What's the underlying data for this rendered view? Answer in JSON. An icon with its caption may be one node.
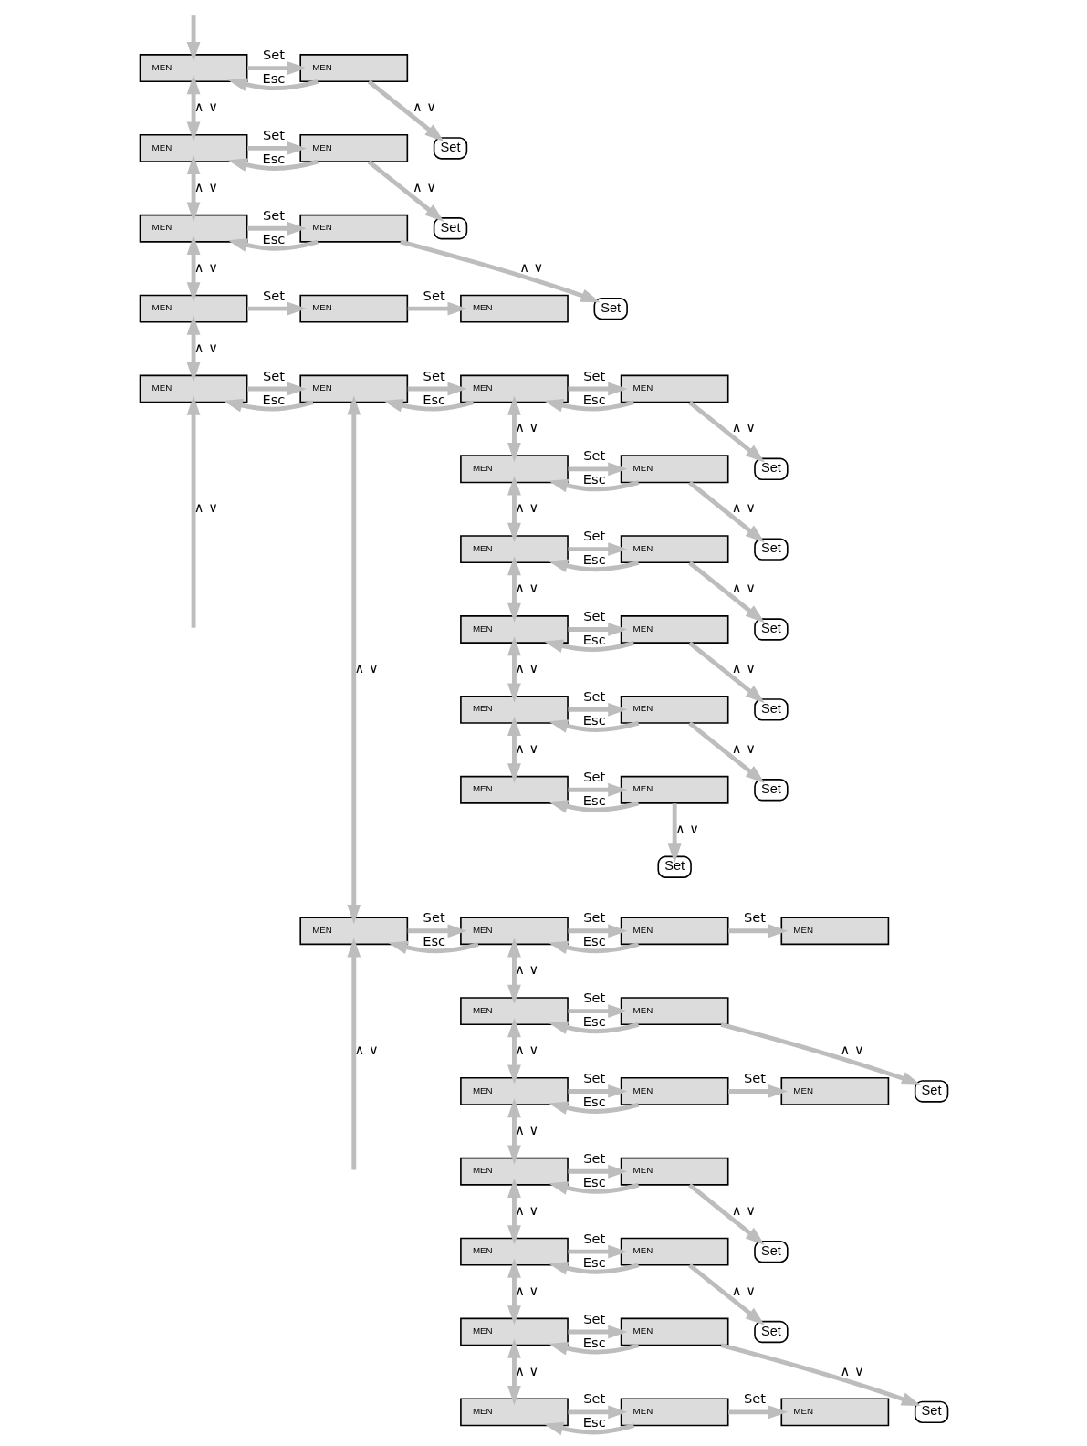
{
  "diagram": {
    "nodes": [
      {
        "text": [
          "MEN"
        ]
      },
      {
        "text": [
          "MEN"
        ]
      },
      {
        "text": [
          "Set"
        ]
      },
      {
        "text": [
          "MEN"
        ]
      },
      {
        "text": [
          "MEN"
        ]
      },
      {
        "text": [
          "Set"
        ]
      },
      {
        "text": [
          "MEN"
        ]
      },
      {
        "text": [
          "MEN"
        ]
      },
      {
        "text": [
          "Set"
        ]
      },
      {
        "text": [
          "MEN"
        ]
      },
      {
        "text": [
          "MEN"
        ]
      },
      {
        "text": [
          "MEN"
        ]
      },
      {
        "text": [
          "MEN"
        ]
      },
      {
        "text": [
          "MEN"
        ]
      },
      {
        "text": [
          "MEN"
        ]
      },
      {
        "text": [
          "MEN"
        ]
      },
      {
        "text": [
          "Set"
        ]
      },
      {
        "text": [
          "MEN"
        ]
      },
      {
        "text": [
          "MEN"
        ]
      },
      {
        "text": [
          "Set"
        ]
      },
      {
        "text": [
          "MEN"
        ]
      },
      {
        "text": [
          "MEN"
        ]
      },
      {
        "text": [
          "Set"
        ]
      },
      {
        "text": [
          "MEN"
        ]
      },
      {
        "text": [
          "MEN"
        ]
      },
      {
        "text": [
          "Set"
        ]
      },
      {
        "text": [
          "MEN"
        ]
      },
      {
        "text": [
          "MEN"
        ]
      },
      {
        "text": [
          "Set"
        ]
      },
      {
        "text": [
          "MEN"
        ]
      },
      {
        "text": [
          "MEN"
        ]
      },
      {
        "text": [
          "Set"
        ]
      },
      {
        "text": [
          "MEN"
        ]
      },
      {
        "text": [
          "MEN"
        ]
      },
      {
        "text": [
          "MEN"
        ]
      },
      {
        "text": [
          "MEN"
        ]
      },
      {
        "text": [
          "MEN"
        ]
      },
      {
        "text": [
          "MEN"
        ]
      },
      {
        "text": [
          "Set"
        ]
      },
      {
        "text": [
          "MEN"
        ]
      },
      {
        "text": [
          "MEN"
        ]
      },
      {
        "text": [
          "MEN"
        ]
      },
      {
        "text": [
          "MEN"
        ]
      },
      {
        "text": [
          "MEN"
        ]
      },
      {
        "text": [
          "Set"
        ]
      },
      {
        "text": [
          "MEN"
        ]
      },
      {
        "text": [
          "MEN"
        ]
      },
      {
        "text": [
          "Set"
        ]
      },
      {
        "text": [
          "MEN"
        ]
      },
      {
        "text": [
          "MEN"
        ]
      },
      {
        "text": [
          "Set"
        ]
      },
      {
        "text": [
          "MEN"
        ]
      },
      {
        "text": [
          "MEN"
        ]
      },
      {
        "text": [
          "MEN"
        ]
      }
    ],
    "edges": [
      {
        "from": null,
        "to": 0,
        "arrow": "to"
      },
      {
        "from": 0,
        "to": 1,
        "arrow": "to",
        "label": "Set"
      },
      {
        "from": 1,
        "to": 0,
        "arrow": "to",
        "label": "Esc"
      },
      {
        "from": 1,
        "to": 2,
        "arrow": "to",
        "label": "∧ ∨"
      },
      {
        "from": 0,
        "to": 3,
        "arrow": "both",
        "label": "∧ ∨"
      },
      {
        "from": 3,
        "to": 4,
        "arrow": "to",
        "label": "Set"
      },
      {
        "from": 4,
        "to": 3,
        "arrow": "to",
        "label": "Esc"
      },
      {
        "from": 4,
        "to": 5,
        "arrow": "to",
        "label": "∧ ∨"
      },
      {
        "from": 3,
        "to": 6,
        "arrow": "both",
        "label": "∧ ∨"
      },
      {
        "from": 6,
        "to": 7,
        "arrow": "to",
        "label": "Set"
      },
      {
        "from": 7,
        "to": 6,
        "arrow": "to",
        "label": "Esc"
      },
      {
        "from": 7,
        "to": 8,
        "arrow": "to",
        "label": "∧ ∨"
      },
      {
        "from": 6,
        "to": 9,
        "arrow": "both",
        "label": "∧ ∨"
      },
      {
        "from": 9,
        "to": 10,
        "arrow": "to",
        "label": "Set"
      },
      {
        "from": 10,
        "to": 11,
        "arrow": "to",
        "label": "Set"
      },
      {
        "from": 9,
        "to": 12,
        "arrow": "both",
        "label": "∧ ∨"
      },
      {
        "from": 12,
        "to": 13,
        "arrow": "to",
        "label": "Set"
      },
      {
        "from": 13,
        "to": 12,
        "arrow": "to",
        "label": "Esc"
      },
      {
        "from": null,
        "to": 12,
        "arrow": "to",
        "label": "∧ ∨"
      },
      {
        "from": 13,
        "to": 14,
        "arrow": "to",
        "label": "Set"
      },
      {
        "from": 14,
        "to": 13,
        "arrow": "to",
        "label": "Esc"
      },
      {
        "from": 14,
        "to": 15,
        "arrow": "to",
        "label": "Set"
      },
      {
        "from": 15,
        "to": 14,
        "arrow": "to",
        "label": "Esc"
      },
      {
        "from": 15,
        "to": 16,
        "arrow": "to",
        "label": "∧ ∨"
      },
      {
        "from": 14,
        "to": 17,
        "arrow": "both",
        "label": "∧ ∨"
      },
      {
        "from": 17,
        "to": 18,
        "arrow": "to",
        "label": "Set"
      },
      {
        "from": 18,
        "to": 17,
        "arrow": "to",
        "label": "Esc"
      },
      {
        "from": 18,
        "to": 19,
        "arrow": "to",
        "label": "∧ ∨"
      },
      {
        "from": 17,
        "to": 20,
        "arrow": "both",
        "label": "∧ ∨"
      },
      {
        "from": 20,
        "to": 21,
        "arrow": "to",
        "label": "Set"
      },
      {
        "from": 21,
        "to": 20,
        "arrow": "to",
        "label": "Esc"
      },
      {
        "from": 21,
        "to": 22,
        "arrow": "to",
        "label": "∧ ∨"
      },
      {
        "from": 20,
        "to": 23,
        "arrow": "both",
        "label": "∧ ∨"
      },
      {
        "from": 23,
        "to": 24,
        "arrow": "to",
        "label": "Set"
      },
      {
        "from": 24,
        "to": 23,
        "arrow": "to",
        "label": "Esc"
      },
      {
        "from": 24,
        "to": 25,
        "arrow": "to",
        "label": "∧ ∨"
      },
      {
        "from": 23,
        "to": 26,
        "arrow": "both",
        "label": "∧ ∨"
      },
      {
        "from": 26,
        "to": 27,
        "arrow": "to",
        "label": "Set"
      },
      {
        "from": 27,
        "to": 26,
        "arrow": "to",
        "label": "Esc"
      },
      {
        "from": 27,
        "to": 28,
        "arrow": "to",
        "label": "∧ ∨"
      },
      {
        "from": 26,
        "to": 29,
        "arrow": "both",
        "label": "∧ ∨"
      },
      {
        "from": 29,
        "to": 30,
        "arrow": "to",
        "label": "Set"
      },
      {
        "from": 30,
        "to": 29,
        "arrow": "to",
        "label": "Esc"
      },
      {
        "from": 30,
        "to": 31,
        "arrow": "to",
        "label": "∧ ∨"
      },
      {
        "from": 13,
        "to": 32,
        "arrow": "both",
        "label": "∧ ∨"
      },
      {
        "from": null,
        "to": 32,
        "arrow": "to",
        "label": "∧ ∨"
      },
      {
        "from": 32,
        "to": 33,
        "arrow": "to",
        "label": "Set"
      },
      {
        "from": 33,
        "to": 32,
        "arrow": "to",
        "label": "Esc"
      },
      {
        "from": 33,
        "to": 34,
        "arrow": "to",
        "label": "Set"
      },
      {
        "from": 34,
        "to": 33,
        "arrow": "to",
        "label": "Esc"
      },
      {
        "from": 34,
        "to": 35,
        "arrow": "to",
        "label": "Set"
      },
      {
        "from": 33,
        "to": 36,
        "arrow": "both",
        "label": "∧ ∨"
      },
      {
        "from": 36,
        "to": 37,
        "arrow": "to",
        "label": "Set"
      },
      {
        "from": 37,
        "to": 36,
        "arrow": "to",
        "label": "Esc"
      },
      {
        "from": 37,
        "to": 38,
        "arrow": "to",
        "label": "∧ ∨"
      },
      {
        "from": 36,
        "to": 39,
        "arrow": "both",
        "label": "∧ ∨"
      },
      {
        "from": 39,
        "to": 40,
        "arrow": "to",
        "label": "Set"
      },
      {
        "from": 40,
        "to": 39,
        "arrow": "to",
        "label": "Esc"
      },
      {
        "from": 40,
        "to": 41,
        "arrow": "to",
        "label": "Set"
      },
      {
        "from": 39,
        "to": 42,
        "arrow": "both",
        "label": "∧ ∨"
      },
      {
        "from": 42,
        "to": 43,
        "arrow": "to",
        "label": "Set"
      },
      {
        "from": 43,
        "to": 42,
        "arrow": "to",
        "label": "Esc"
      },
      {
        "from": 43,
        "to": 44,
        "arrow": "to",
        "label": "∧ ∨"
      },
      {
        "from": 42,
        "to": 45,
        "arrow": "both",
        "label": "∧ ∨"
      },
      {
        "from": 45,
        "to": 46,
        "arrow": "to",
        "label": "Set"
      },
      {
        "from": 46,
        "to": 45,
        "arrow": "to",
        "label": "Esc"
      },
      {
        "from": 46,
        "to": 47,
        "arrow": "to",
        "label": "∧ ∨"
      },
      {
        "from": 45,
        "to": 48,
        "arrow": "both",
        "label": "∧ ∨"
      },
      {
        "from": 48,
        "to": 49,
        "arrow": "to",
        "label": "Set"
      },
      {
        "from": 49,
        "to": 48,
        "arrow": "to",
        "label": "Esc"
      },
      {
        "from": 49,
        "to": 50,
        "arrow": "to",
        "label": "∧ ∨"
      },
      {
        "from": 48,
        "to": 51,
        "arrow": "both",
        "label": "∧ ∨"
      },
      {
        "from": 51,
        "to": 52,
        "arrow": "to",
        "label": "Set"
      },
      {
        "from": 52,
        "to": 51,
        "arrow": "to",
        "label": "Esc"
      },
      {
        "from": 52,
        "to": 53,
        "arrow": "to",
        "label": "Set"
      }
    ]
  }
}
